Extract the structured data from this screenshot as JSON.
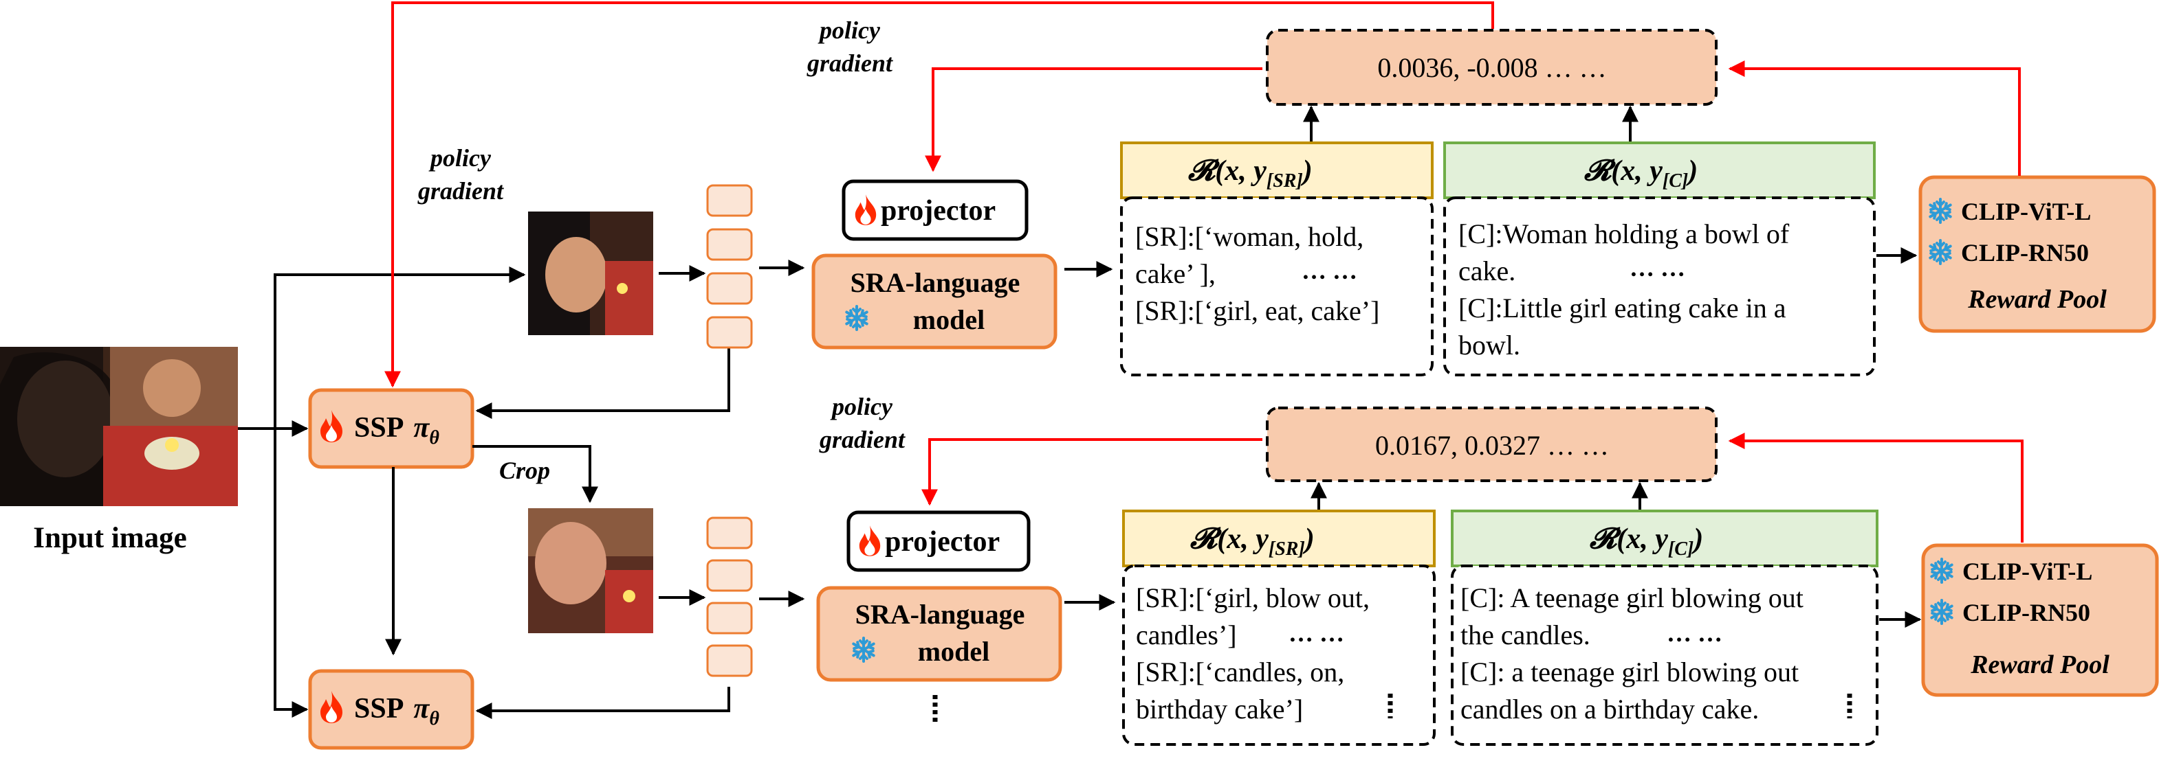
{
  "input_label": "Input image",
  "ssp_label": "SSP",
  "ssp_symbol": "π",
  "ssp_subscript": "θ",
  "crop_label": "Crop",
  "policy_gradient": [
    "policy",
    "gradient"
  ],
  "projector_label": "projector",
  "language_model": [
    "SRA-language",
    "model"
  ],
  "reward_symbol": "𝓡",
  "reward_sr_args": "(x, y",
  "reward_sr_sub": "[SR]",
  "reward_c_sub": "[C]",
  "reward_close": ")",
  "top_branch": {
    "scores": "0.0036, -0.008 … …",
    "sr_lines": [
      "[SR]:[‘woman, hold,",
      "cake’ ],",
      "[SR]:[‘girl, eat, cake’]"
    ],
    "sr_ellipsis": "… …",
    "c_lines": [
      "[C]:Woman holding a bowl of",
      "cake.",
      "[C]:Little girl eating cake in a",
      "bowl."
    ],
    "c_ellipsis": "… …"
  },
  "bottom_branch": {
    "scores": "0.0167, 0.0327 … …",
    "sr_lines": [
      "[SR]:[‘girl,  blow out,",
      "candles’]",
      "[SR]:[‘candles, on,",
      "birthday cake’]"
    ],
    "sr_ellipsis": "… …",
    "c_lines": [
      "[C]: A teenage girl blowing out",
      "the candles.",
      "[C]: a teenage girl blowing out",
      "candles on a birthday cake."
    ],
    "c_ellipsis": "… …"
  },
  "reward_pool": {
    "models": [
      "CLIP-ViT-L",
      "CLIP-RN50"
    ],
    "title": "Reward Pool"
  },
  "colors": {
    "orange_fill": "#F8CBAD",
    "orange_stroke": "#ED7D31",
    "yellow_fill": "#FFF2CC",
    "yellow_stroke": "#BF9000",
    "green_fill": "#E2F0D9",
    "green_stroke": "#70AD47",
    "arrow_red": "#FF0000",
    "snow_blue": "#2E9BD6",
    "flame_red": "#FF2A00"
  }
}
